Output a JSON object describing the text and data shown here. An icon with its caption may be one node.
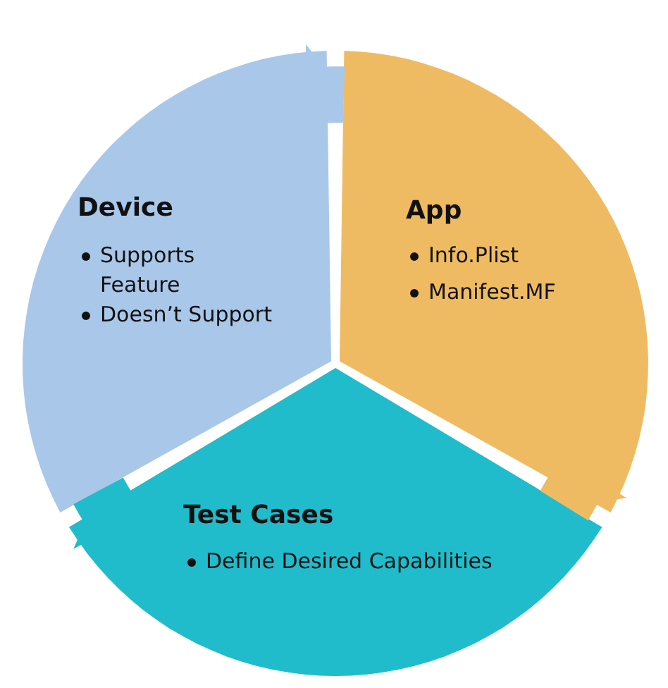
{
  "diagram": {
    "nodes": [
      {
        "text": [
          "Device",
          "Supports Feature",
          "Doesn’t Support"
        ]
      },
      {
        "text": [
          "App",
          "Info.Plist",
          "Manifest.MF"
        ]
      },
      {
        "text": [
          "Test Cases",
          "Define Desired Capabilities"
        ]
      }
    ],
    "edges": [
      {
        "from": 0,
        "to": 1,
        "arrow": "to",
        "color": "#a9c7e8"
      },
      {
        "from": 1,
        "to": 2,
        "arrow": "to",
        "color": "#efbb62"
      },
      {
        "from": 2,
        "to": 0,
        "arrow": "to",
        "color": "#20bccb"
      }
    ]
  }
}
